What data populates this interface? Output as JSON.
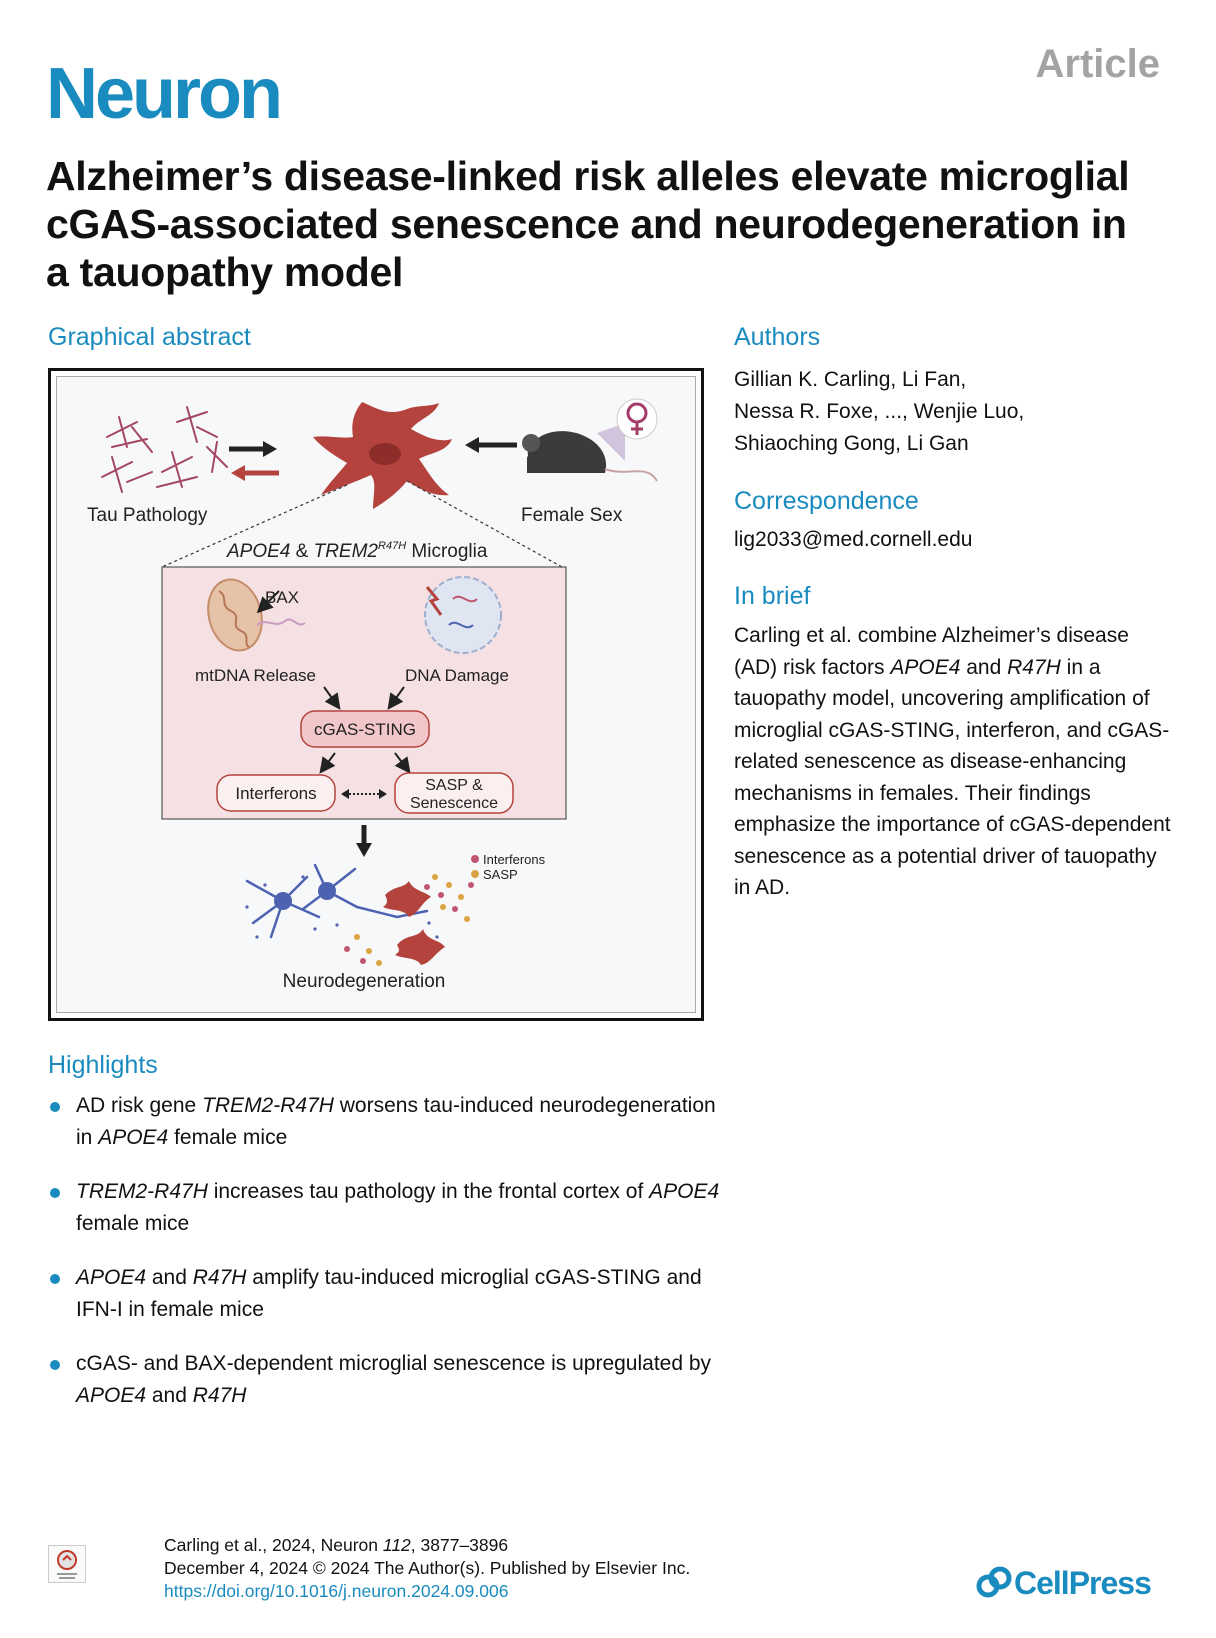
{
  "header": {
    "journal": "Neuron",
    "article_type": "Article"
  },
  "title": "Alzheimer’s disease-linked risk alleles elevate microglial cGAS-associated senescence and neurodegeneration in a tauopathy model",
  "graphical_abstract": {
    "heading": "Graphical abstract",
    "labels": {
      "tau_pathology": "Tau Pathology",
      "female_sex": "Female Sex",
      "microglia_apoe4": "APOE4",
      "microglia_amp": " & ",
      "microglia_trem2": "TREM2",
      "microglia_sup": "R47H",
      "microglia_word": " Microglia",
      "bax": "BAX",
      "mtdna_release": "mtDNA Release",
      "dna_damage": "DNA Damage",
      "cgas_sting": "cGAS-STING",
      "interferons": "Interferons",
      "sasp_line1": "SASP &",
      "sasp_line2": "Senescence",
      "legend_interferons": "Interferons",
      "legend_sasp": "SASP",
      "neurodegeneration": "Neurodegeneration"
    },
    "colors": {
      "microglia": "#b4433e",
      "pink_box": "#f5e1e4",
      "pill_fill": "#f2c7c9",
      "neuron_blue": "#4d63b1",
      "interferon_dot": "#c0566f",
      "sasp_dot": "#d9a441"
    }
  },
  "authors": {
    "heading": "Authors",
    "lines": [
      "Gillian K. Carling, Li Fan,",
      "Nessa R. Foxe, ..., Wenjie Luo,",
      "Shiaoching Gong, Li Gan"
    ]
  },
  "correspondence": {
    "heading": "Correspondence",
    "email": "lig2033@med.cornell.edu"
  },
  "in_brief": {
    "heading": "In brief",
    "p1": "Carling et al. combine Alzheimer’s disease (AD) risk factors ",
    "i1": "APOE4",
    "p2": " and ",
    "i2": "R47H",
    "p3": " in a tauopathy model, uncovering amplification of microglial cGAS-STING, interferon, and cGAS-related senescence as disease-enhancing mechanisms in females. Their findings emphasize the importance of cGAS-dependent senescence as a potential driver of tauopathy in AD."
  },
  "highlights": {
    "heading": "Highlights",
    "h1": {
      "t1": "AD risk gene ",
      "i1": "TREM2-R47H",
      "t2": " worsens tau-induced neurodegeneration in ",
      "i2": "APOE4",
      "t3": " female mice"
    },
    "h2": {
      "i1": "TREM2-R47H",
      "t1": " increases tau pathology in the frontal cortex of ",
      "i2": "APOE4",
      "t2": " female mice"
    },
    "h3": {
      "i1": "APOE4",
      "t1": " and ",
      "i2": "R47H",
      "t2": " amplify tau-induced microglial cGAS-STING and IFN-I in female mice"
    },
    "h4": {
      "t1": "cGAS- and BAX-dependent microglial senescence is upregulated by ",
      "i1": "APOE4",
      "t2": " and ",
      "i2": "R47H"
    }
  },
  "footer": {
    "citation_pre": "Carling et al., 2024, Neuron ",
    "volume": "112",
    "pages": ", 3877–3896",
    "date_line": "December 4, 2024 © 2024 The Author(s). Published by Elsevier Inc.",
    "doi": "https://doi.org/10.1016/j.neuron.2024.09.006"
  },
  "publisher": "CellPress"
}
